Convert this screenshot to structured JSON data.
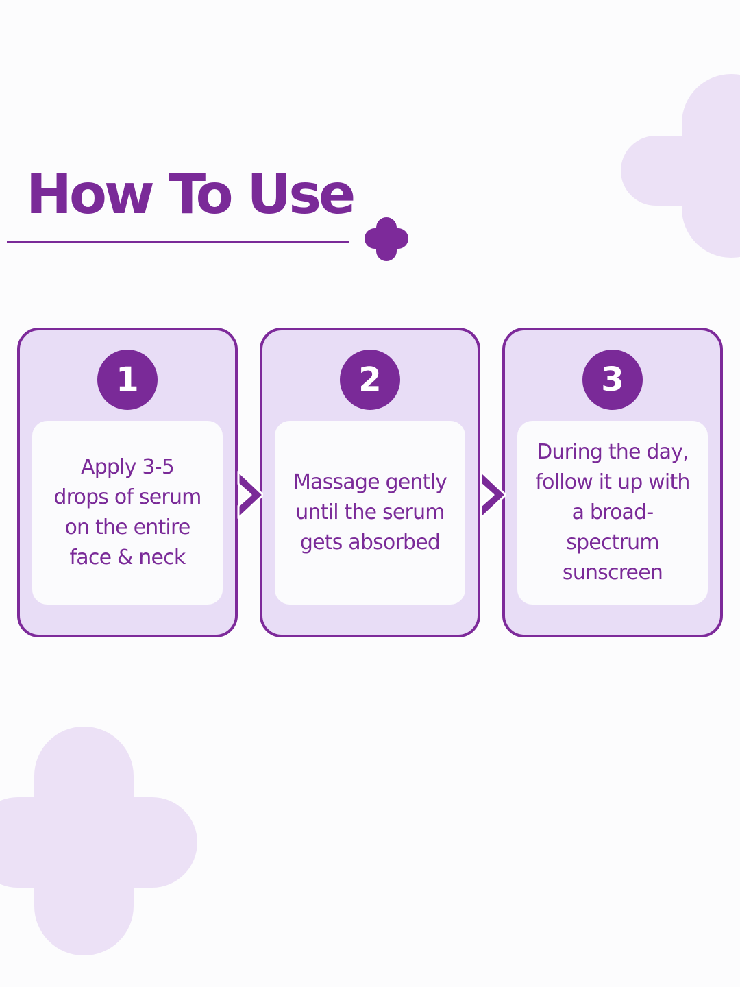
{
  "title": "How To Use",
  "steps": [
    {
      "number": "1",
      "text": "Apply 3-5\ndrops of serum\non the entire\nface & neck"
    },
    {
      "number": "2",
      "text": "Massage gently\nuntil the serum\ngets absorbed"
    },
    {
      "number": "3",
      "text": "During the day,\nfollow it up with\na broad-spectrum\nsunscreen"
    }
  ],
  "colors": {
    "primary": "#7a2a98",
    "card_fill": "#e8ddf6",
    "decor": "#ece1f6",
    "background": "#fcfcfd"
  },
  "icons": {
    "decor": "plus-icon",
    "connector": "chevron-right-icon"
  }
}
